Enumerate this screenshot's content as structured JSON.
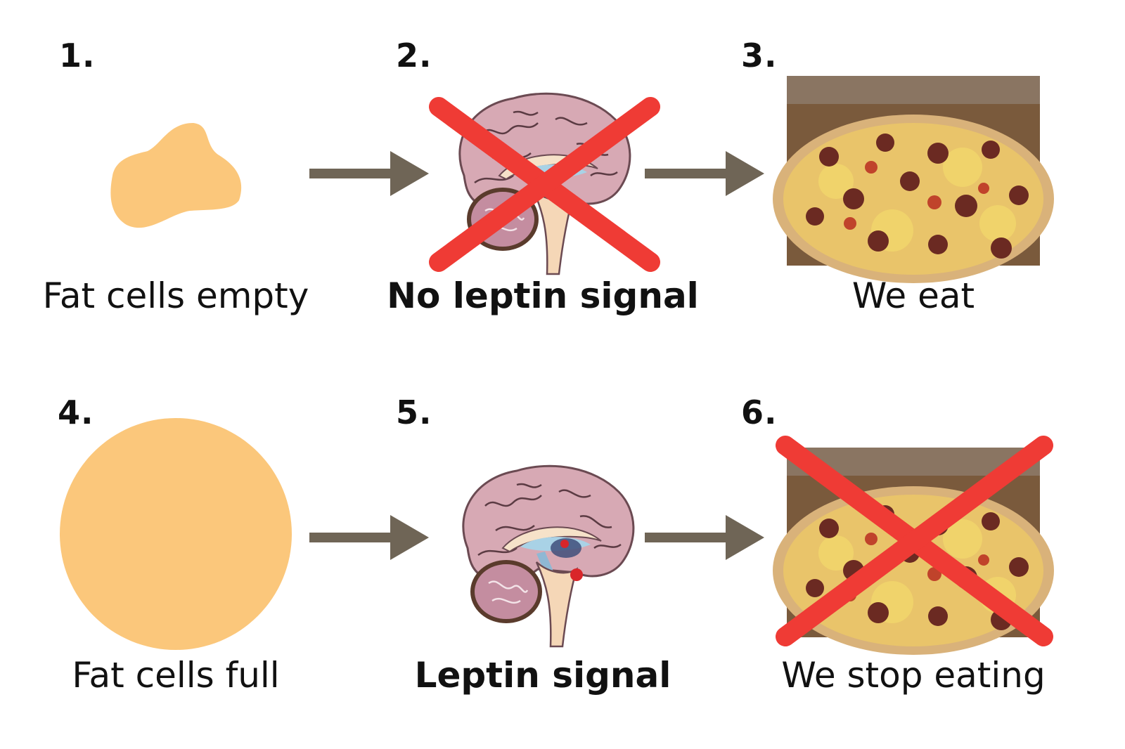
{
  "rows": [
    {
      "steps": [
        {
          "number": "1.",
          "caption": "Fat cells empty",
          "icon": "fat-cell-small"
        },
        {
          "number": "2.",
          "caption": "No leptin signal",
          "icon": "brain",
          "crossed_out": true
        },
        {
          "number": "3.",
          "caption": "We eat",
          "icon": "pizza-photo"
        }
      ]
    },
    {
      "steps": [
        {
          "number": "4.",
          "caption": "Fat cells full",
          "icon": "fat-cell-large"
        },
        {
          "number": "5.",
          "caption": "Leptin signal",
          "icon": "brain-with-leptin"
        },
        {
          "number": "6.",
          "caption": "We stop eating",
          "icon": "pizza-photo",
          "crossed_out": true
        }
      ]
    }
  ],
  "colors": {
    "fat_cell": "#fbc77b",
    "arrow": "#6f6556",
    "cross": "#ef3b35",
    "brain": "#d7a9b4",
    "brainstem": "#f5d7b7",
    "ventricle": "#a9d2e6",
    "leptin_marker": "#d9262a"
  }
}
